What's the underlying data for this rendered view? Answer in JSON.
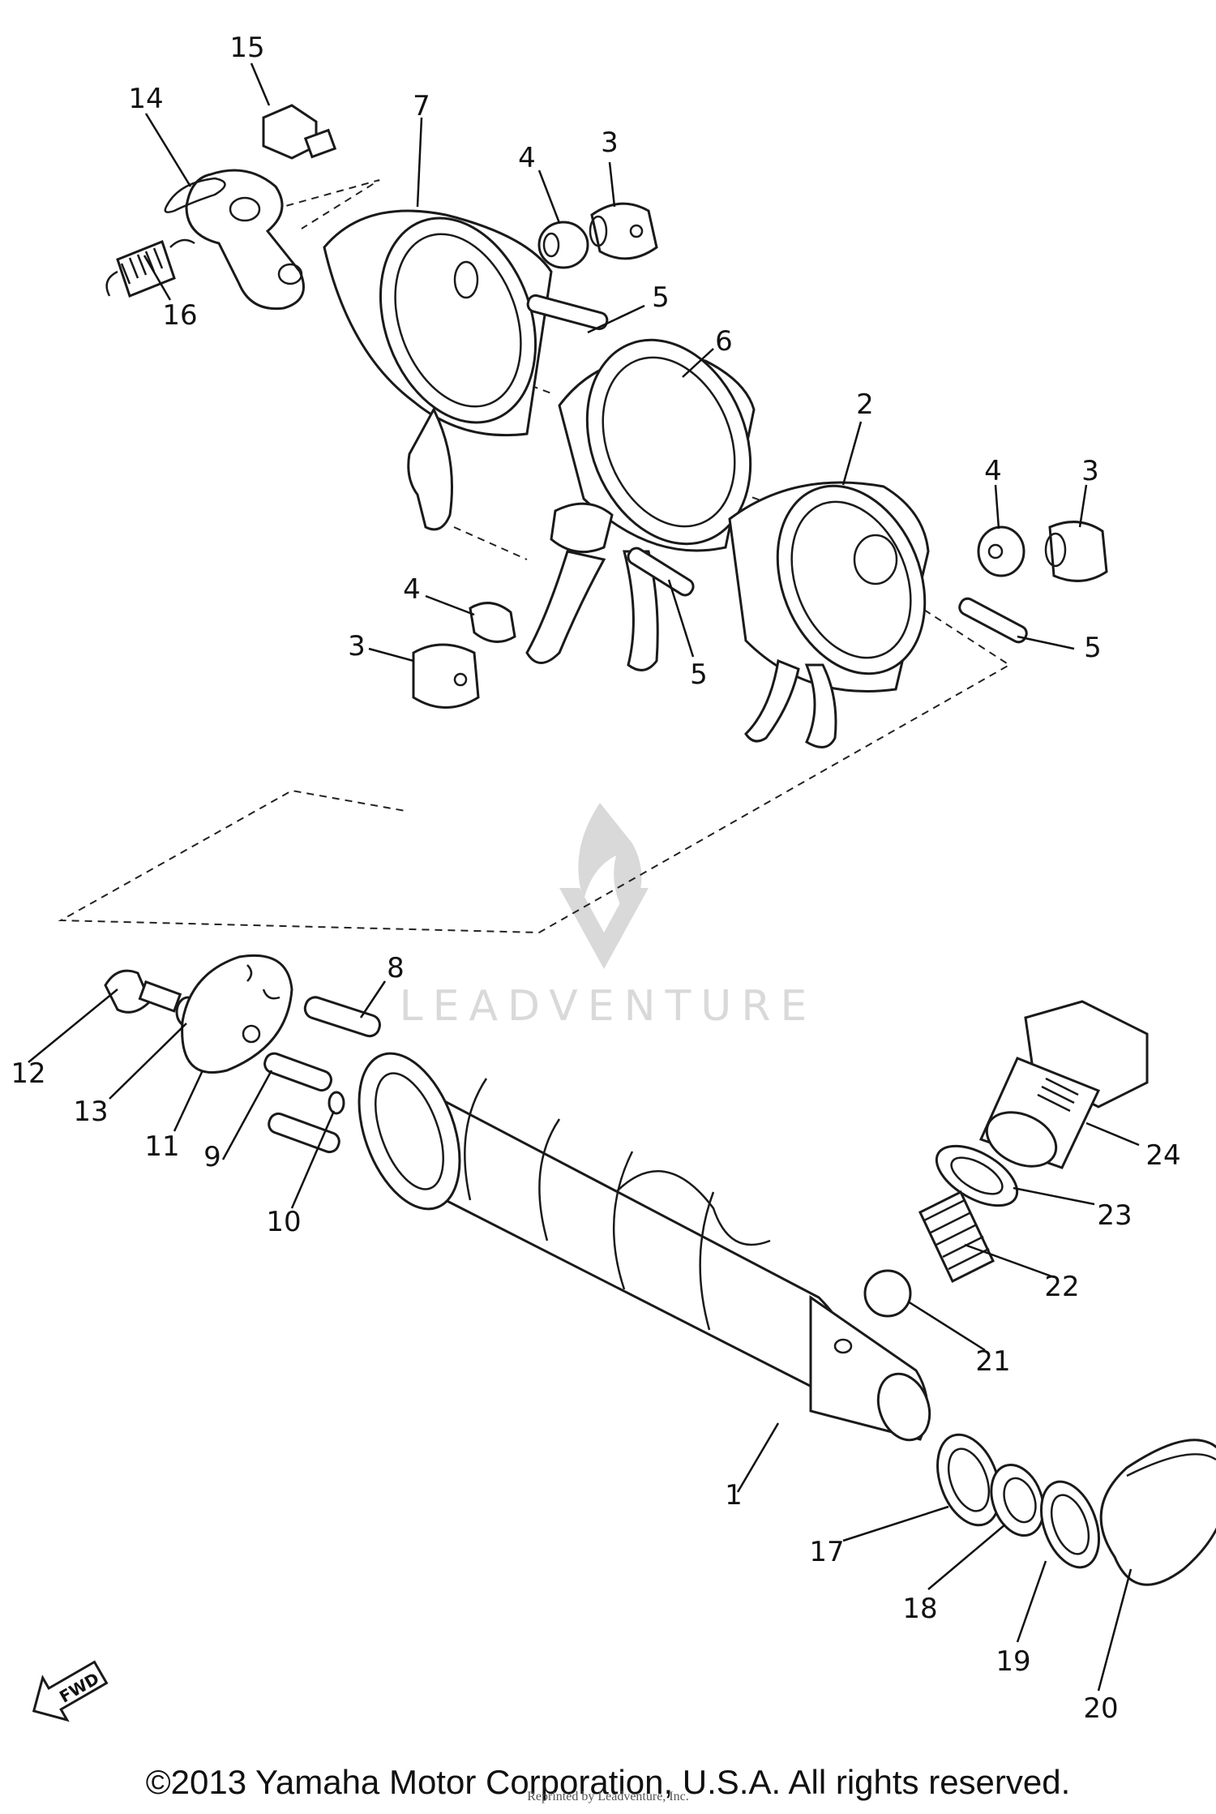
{
  "watermark": {
    "brand": "LEADVENTURE"
  },
  "direction_tag": "FWD",
  "callouts": [
    "1",
    "2",
    "3",
    "3",
    "3",
    "4",
    "4",
    "4",
    "5",
    "5",
    "5",
    "6",
    "7",
    "8",
    "9",
    "10",
    "11",
    "12",
    "13",
    "14",
    "15",
    "16",
    "17",
    "18",
    "19",
    "20",
    "21",
    "22",
    "23",
    "24"
  ],
  "footer": {
    "copyright": "©2013 Yamaha Motor Corporation, U.S.A. All rights reserved.",
    "reprint": "Reprinted by Leadventure, Inc."
  }
}
